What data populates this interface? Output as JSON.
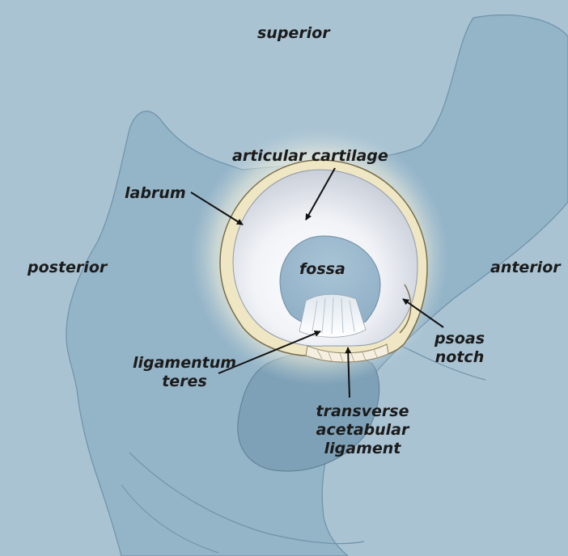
{
  "figure": {
    "directions": {
      "superior": "superior",
      "posterior": "posterior",
      "anterior": "anterior"
    },
    "labels": {
      "articular_cartilage": "articular cartilage",
      "labrum": "labrum",
      "fossa": "fossa",
      "ligamentum_teres": [
        "ligamentum",
        "teres"
      ],
      "psoas_notch": [
        "psoas",
        "notch"
      ],
      "transverse_acetabular_ligament": [
        "transverse",
        "acetabular",
        "ligament"
      ]
    }
  },
  "colors": {
    "background": "#a9c3d3",
    "bone": "#94b4c8",
    "bone_shadow": "#7fa2b8",
    "outline": "#5e7e92",
    "labrum": "#efe6c4",
    "cartilage": "#f6f7f9",
    "fossa": "#9dbad0",
    "text": "#1b1b1b"
  }
}
